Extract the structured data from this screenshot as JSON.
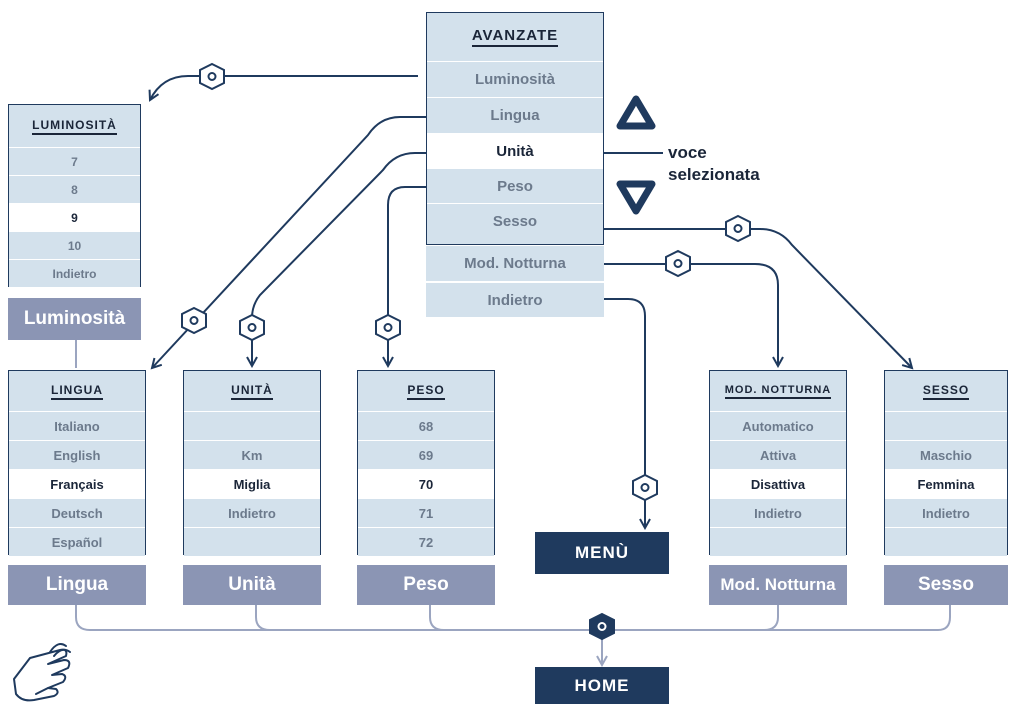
{
  "main_menu": {
    "title": "AVANZATE",
    "items": [
      "Luminosità",
      "Lingua",
      "Unità",
      "Peso",
      "Sesso"
    ],
    "extra_items": [
      "Mod. Notturna",
      "Indietro"
    ],
    "selected": "Unità"
  },
  "callout": {
    "line1": "voce",
    "line2": "selezionata"
  },
  "luminosita": {
    "title": "LUMINOSITÀ",
    "items": [
      "7",
      "8",
      "9",
      "10",
      "Indietro"
    ],
    "caption": "Luminosità"
  },
  "lingua": {
    "title": "LINGUA",
    "items": [
      "Italiano",
      "English",
      "Français",
      "Deutsch",
      "Español"
    ],
    "caption": "Lingua"
  },
  "unita": {
    "title": "UNITÀ",
    "items": [
      "",
      "Km",
      "Miglia",
      "Indietro",
      ""
    ],
    "caption": "Unità"
  },
  "peso": {
    "title": "PESO",
    "items": [
      "68",
      "69",
      "70",
      "71",
      "72"
    ],
    "caption": "Peso"
  },
  "mod_notturna": {
    "title": "MOD. NOTTURNA",
    "items": [
      "Automatico",
      "Attiva",
      "Disattiva",
      "Indietro",
      ""
    ],
    "caption": "Mod. Notturna"
  },
  "sesso": {
    "title": "SESSO",
    "items": [
      "",
      "Maschio",
      "Femmina",
      "Indietro",
      ""
    ],
    "caption": "Sesso"
  },
  "buttons": {
    "menu": "MENÙ",
    "home": "HOME"
  },
  "icons": {
    "up": "up-triangle-icon",
    "down": "down-triangle-icon",
    "hex": "hex-button-icon",
    "hand": "hand-pointer-icon"
  },
  "colors": {
    "navy": "#1f3a5e",
    "panel": "#d3e1ec",
    "caption": "#8b95b4",
    "text": "#6c7a8c"
  }
}
